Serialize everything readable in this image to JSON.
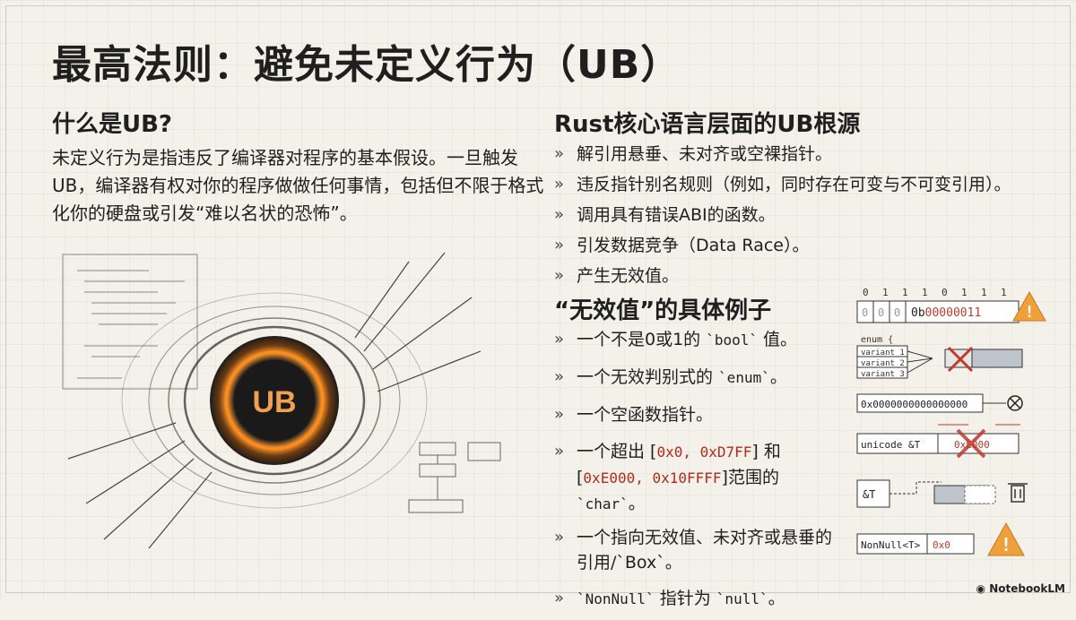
{
  "title": "最高法则：避免未定义行为（UB）",
  "left": {
    "heading": "什么是UB?",
    "paragraph": "未定义行为是指违反了编译器对程序的基本假设。一旦触发UB，编译器有权对你的程序做做任何事情，包括但不限于格式化你的硬盘或引发“难以名状的恐怖”。",
    "illustration": {
      "center_label": "UB",
      "accent": "#e9821c"
    }
  },
  "right": {
    "heading": "Rust核心语言层面的UB根源",
    "bullet_glyph": "»",
    "items": [
      "解引用悬垂、未对齐或空裸指针。",
      "违反指针别名规则（例如，同时存在可变与不可变引用）。",
      "调用具有错误ABI的函数。",
      "引发数据竞争（Data Race）。",
      "产生无效值。"
    ],
    "invalid": {
      "heading": "“无效值”的具体例子",
      "i1": {
        "t1": "一个不是0或1的 ",
        "c1": "`bool`",
        "t2": " 值。"
      },
      "i2": {
        "t1": "一个无效判别式的 ",
        "c1": "`enum`",
        "t2": "。"
      },
      "i3": {
        "t1": "一个空函数指针。"
      },
      "i4": {
        "t1": "一个超出 [",
        "c1": "0x0, 0xD7FF",
        "t2": "] 和",
        "t3": "[",
        "c2": "0xE000, 0x10FFFF",
        "t4": "]范围的 ",
        "c3": "`char`",
        "t5": "。"
      },
      "i5": {
        "t1": "一个指向无效值、未对齐或悬垂的",
        "t2": "引用/`Box`。"
      },
      "i6": {
        "c1": "`NonNull`",
        "t1": " 指针为 ",
        "c2": "`null`",
        "t2": "。"
      }
    }
  },
  "diagrams": {
    "bits": [
      "0",
      "1",
      "1",
      "1",
      "0",
      "1",
      "1",
      "1"
    ],
    "bool_cells": [
      "0",
      "0",
      "0"
    ],
    "bool_value_prefix": "0b",
    "bool_value": "00000011",
    "enum_head": "enum {",
    "enum_variants": [
      "variant 1",
      "variant 2",
      "variant 3"
    ],
    "fn_ptr": "0x0000000000000000",
    "char_box": "unicode &T",
    "char_value": "0xE000",
    "ref_label": "&T",
    "nonnull_label": "NonNull<T>",
    "nonnull_value": "0x0",
    "warn_mark": "!",
    "warn_color": "#f0a03a",
    "error_color": "#c0392b"
  },
  "footer": {
    "brand": "NotebookLM"
  }
}
